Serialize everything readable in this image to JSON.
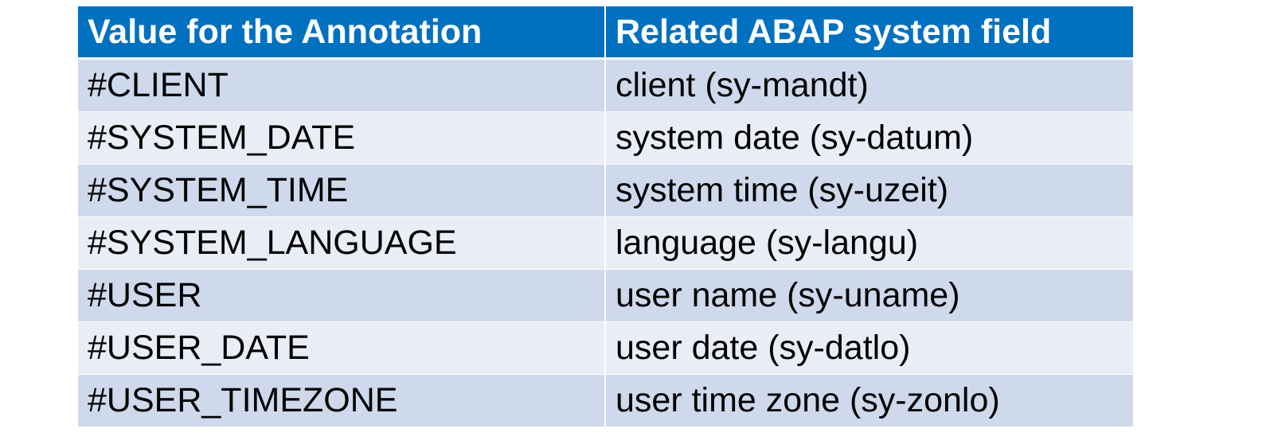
{
  "table": {
    "headers": [
      "Value for the Annotation",
      "Related ABAP system field"
    ],
    "rows": [
      [
        "#CLIENT",
        "client (sy-mandt)"
      ],
      [
        "#SYSTEM_DATE",
        "system date (sy-datum)"
      ],
      [
        "#SYSTEM_TIME",
        "system time (sy-uzeit)"
      ],
      [
        "#SYSTEM_LANGUAGE",
        "language (sy-langu)"
      ],
      [
        "#USER",
        "user name (sy-uname)"
      ],
      [
        "#USER_DATE",
        "user date (sy-datlo)"
      ],
      [
        "#USER_TIMEZONE",
        "user time zone (sy-zonlo)"
      ]
    ]
  },
  "colors": {
    "header_bg": "#0070c0",
    "header_text": "#ffffff",
    "row_odd_bg": "#cfd9ec",
    "row_even_bg": "#e9edf6"
  }
}
